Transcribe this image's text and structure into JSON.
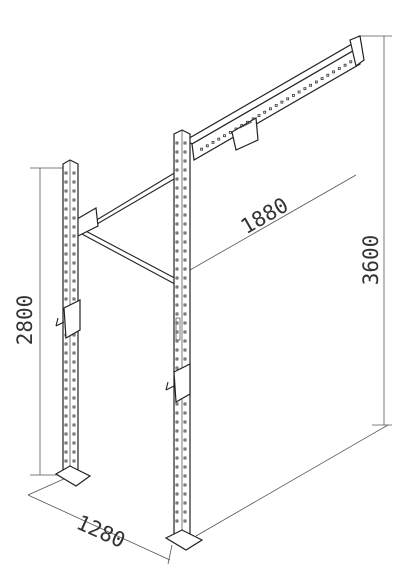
{
  "diagram": {
    "dimensions": {
      "height_short": "2800",
      "height_tall": "3600",
      "span": "1880",
      "depth": "1280"
    }
  }
}
